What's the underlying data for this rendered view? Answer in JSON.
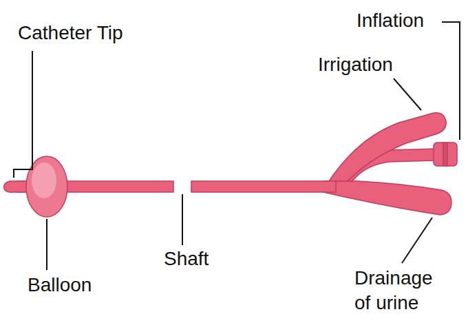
{
  "diagram": {
    "labels": [
      "Catheter Tip",
      "Inflation",
      "Irrigation",
      "Balloon",
      "Shaft",
      "Drainage of urine"
    ]
  }
}
